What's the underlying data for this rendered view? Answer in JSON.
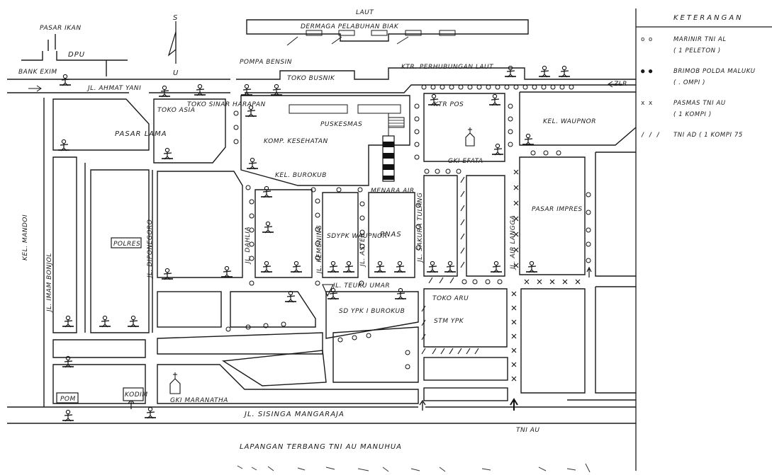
{
  "map": {
    "labels": {
      "pasar_ikan": "PASAR IKAN",
      "dpu": "DPU",
      "bank_exim": "BANK EXIM",
      "compass_s": "S",
      "compass_u": "U",
      "laut": "LAUT",
      "dermaga": "DERMAGA PELABUHAN BIAK",
      "pompa_bensin": "POMPA BENSIN",
      "toko_busnik": "TOKO BUSNIK",
      "ktr_perhubungan": "KTR. PERHUBUNGAN LAUT",
      "jl_ahmad_yani": "JL. AHMAT YANI",
      "zlr": "ZLR",
      "toko_asia": "TOKO ASIA",
      "toko_sinar": "TOKO SINAR HARAPAN",
      "ktr_pos": "KTR POS",
      "kel_waupnor": "KEL. WAUPNOR",
      "pasar_lama": "PASAR LAMA",
      "puskesmas": "PUSKESMAS",
      "komp_kesehatan": "KOMP. KESEHATAN",
      "kel_burokub": "KEL. BUROKUB",
      "menara_air": "MENARA AIR",
      "gki_efata": "GKI EFATA",
      "polres": "POLRES",
      "kel_mandoi": "KEL. MANDOI",
      "jl_imam_bonjol": "JL. IMAM BONJOL",
      "jl_diponegoro": "JL. DIPONEGORO",
      "jl_dahlia": "JL. DAHLIA",
      "jl_kenanga": "JL. KEMUNING",
      "sdypk_waupnor": "SDYPK WAUPNOR",
      "jl_aster": "JL. ASTER",
      "pnas": "PNAS",
      "jl_sakura": "JL. SAKURA TULANG",
      "jl_air_langga": "JL. AIR LANGGA",
      "pasar_impres": "PASAR IMPRES",
      "jl_teuku_umar": "JL. TEUKU UMAR",
      "sdypk_burokub": "SD YPK I BUROKUB",
      "toko_aru": "TOKO ARU",
      "stm_ypk": "STM YPK",
      "pom": "POM",
      "kodim": "KODIM",
      "gki_maranatha": "GKI MARANATHA",
      "jl_sisinga": "JL. SISINGA MANGARAJA",
      "tni_au": "TNI AU",
      "lapangan": "LAPANGAN TERBANG TNI AU MANUHUA"
    }
  },
  "legend": {
    "title": "KETERANGAN",
    "items": [
      {
        "symbol": "o o",
        "text1": "MARINIR TNI AL",
        "text2": "( 1 PELETON )"
      },
      {
        "symbol": "● ●",
        "text1": "BRIMOB POLDA MALUKU",
        "text2": "( . OMPI )"
      },
      {
        "symbol": "x x",
        "text1": "PASMAS TNI AU",
        "text2": "( 1 KOMPI )"
      },
      {
        "symbol": "/ / /",
        "text1": "TNI AD ( 1 KOMPI 75",
        "text2": ""
      }
    ]
  }
}
